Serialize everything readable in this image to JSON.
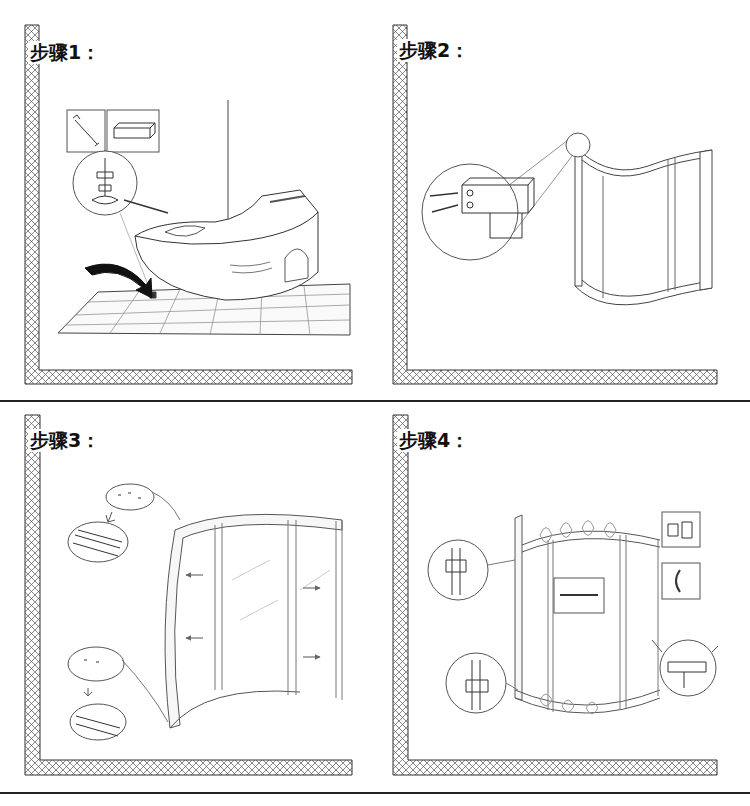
{
  "diagram": {
    "labels": [
      "步骤1：",
      "步骤2：",
      "步骤3：",
      "步骤4："
    ]
  }
}
